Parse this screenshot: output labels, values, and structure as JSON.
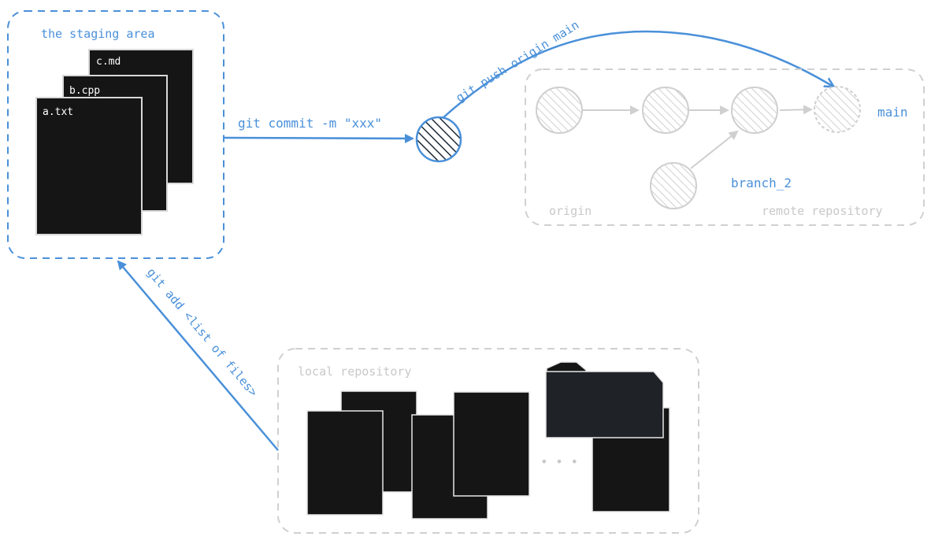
{
  "staging": {
    "title": "the staging area",
    "files": [
      "c.md",
      "b.cpp",
      "a.txt"
    ]
  },
  "commit_cmd": "git commit -m \"xxx\"",
  "push_cmd": "git push origin main",
  "add_cmd": "git add <list of files>",
  "remote": {
    "name": "origin",
    "label": "remote repository",
    "main_branch": "main",
    "branch2": "branch_2"
  },
  "local": {
    "label": "local repository",
    "ellipsis": "• • •"
  },
  "colors": {
    "accent": "#4a90d9",
    "muted": "#c8c8c8",
    "file": "#151515"
  }
}
